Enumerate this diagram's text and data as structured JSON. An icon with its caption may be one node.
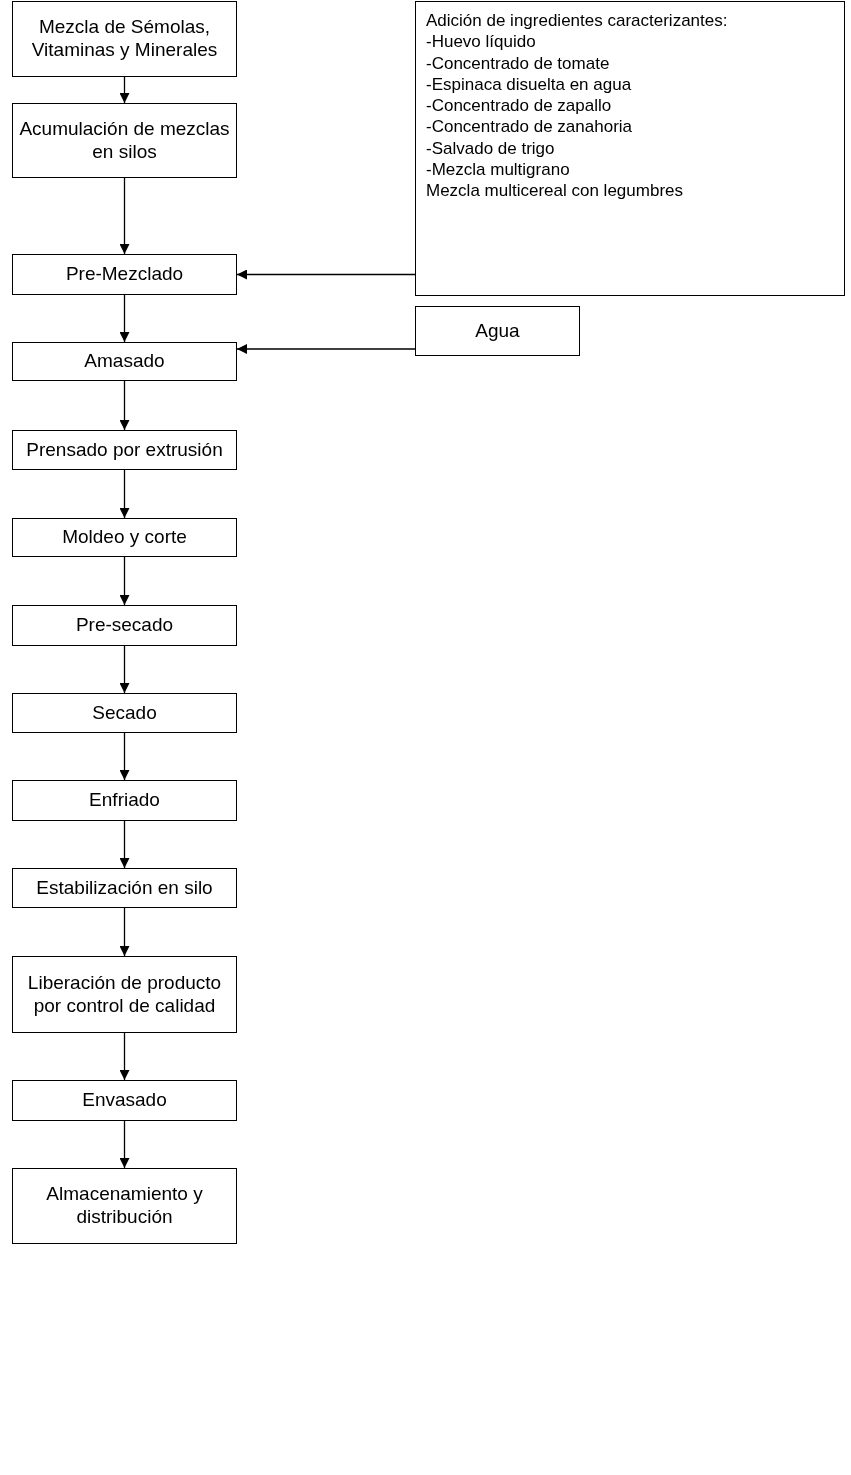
{
  "diagram": {
    "nodes": [
      {
        "text": [
          "Mezcla de Sémolas, Vitaminas y Minerales"
        ]
      },
      {
        "text": [
          "Acumulación de mezclas en silos"
        ]
      },
      {
        "text": [
          "Adición de ingredientes caracterizantes:",
          "-Huevo líquido",
          "-Concentrado de tomate",
          "-Espinaca disuelta en agua",
          "-Concentrado de zapallo",
          "-Concentrado de zanahoria",
          "-Salvado de trigo",
          "-Mezcla multigrano",
          "Mezcla multicereal con legumbres"
        ]
      },
      {
        "text": [
          "Pre-Mezclado"
        ]
      },
      {
        "text": [
          "Amasado"
        ]
      },
      {
        "text": [
          "Agua"
        ]
      },
      {
        "text": [
          "Prensado por extrusión"
        ]
      },
      {
        "text": [
          "Moldeo y corte"
        ]
      },
      {
        "text": [
          "Pre-secado"
        ]
      },
      {
        "text": [
          "Secado"
        ]
      },
      {
        "text": [
          "Enfriado"
        ]
      },
      {
        "text": [
          "Estabilización en silo"
        ]
      },
      {
        "text": [
          "Liberación de producto por control de calidad"
        ]
      },
      {
        "text": [
          "Envasado"
        ]
      },
      {
        "text": [
          "Almacenamiento y distribución"
        ]
      }
    ],
    "edges": [
      {
        "from": 0,
        "to": 1,
        "arrow": "to"
      },
      {
        "from": 1,
        "to": 3,
        "arrow": "to"
      },
      {
        "from": 2,
        "to": 3,
        "arrow": "to"
      },
      {
        "from": 3,
        "to": 4,
        "arrow": "to"
      },
      {
        "from": 5,
        "to": 4,
        "arrow": "to"
      },
      {
        "from": 4,
        "to": 6,
        "arrow": "to"
      },
      {
        "from": 6,
        "to": 7,
        "arrow": "to"
      },
      {
        "from": 7,
        "to": 8,
        "arrow": "to"
      },
      {
        "from": 8,
        "to": 9,
        "arrow": "to"
      },
      {
        "from": 9,
        "to": 10,
        "arrow": "to"
      },
      {
        "from": 10,
        "to": 11,
        "arrow": "to"
      },
      {
        "from": 11,
        "to": 12,
        "arrow": "to"
      },
      {
        "from": 12,
        "to": 13,
        "arrow": "to"
      },
      {
        "from": 13,
        "to": 14,
        "arrow": "to"
      }
    ]
  }
}
